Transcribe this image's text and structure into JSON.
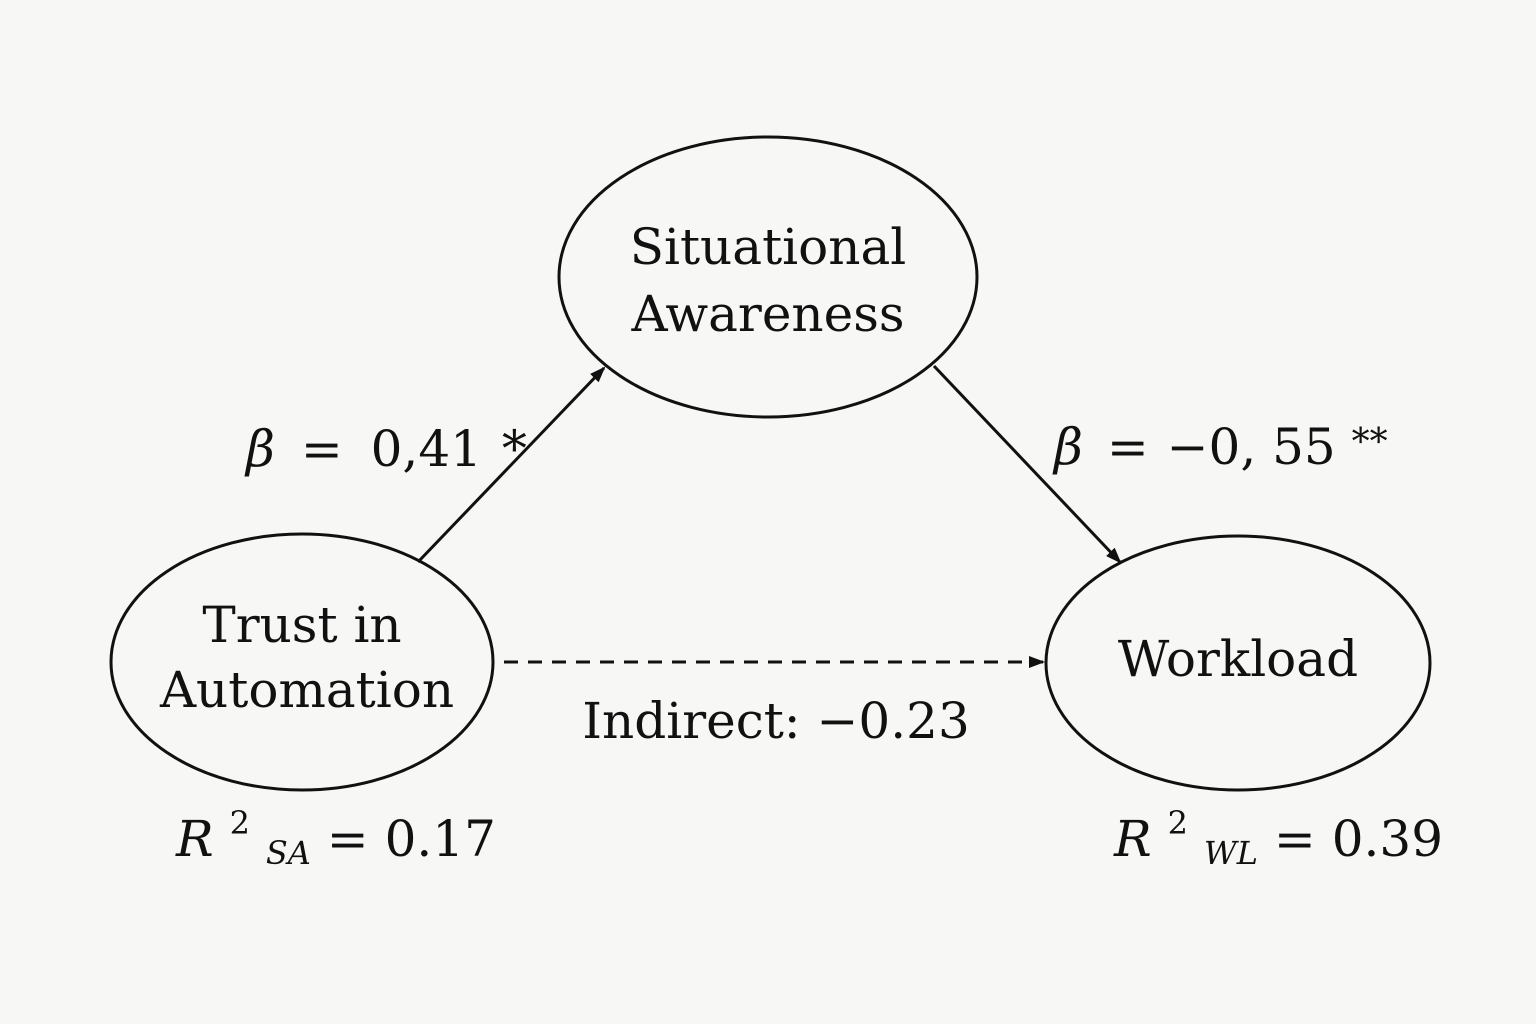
{
  "nodes": {
    "situational_awareness": {
      "line1": "Situational",
      "line2": "Awareness"
    },
    "trust": {
      "line1": "Trust in",
      "line2": "Automation"
    },
    "workload": {
      "line1": "Workload"
    }
  },
  "paths": {
    "a": {
      "symbol": "β",
      "operator": "=",
      "value": "0,41",
      "sig": "*"
    },
    "b": {
      "symbol": "β",
      "operator": "=",
      "value": "−0, 55",
      "sig": "**"
    },
    "indirect": {
      "text": "Indirect: −0.23"
    }
  },
  "r_squared": {
    "sa": {
      "symbol": "R",
      "exp": "2",
      "subscript": "SA",
      "operator": "=",
      "value": "0.17"
    },
    "wl": {
      "symbol": "R",
      "exp": "2",
      "subscript": "WL",
      "operator": "=",
      "value": "0.39"
    }
  },
  "colors": {
    "stroke": "#111111",
    "background": "#f7f7f6"
  }
}
